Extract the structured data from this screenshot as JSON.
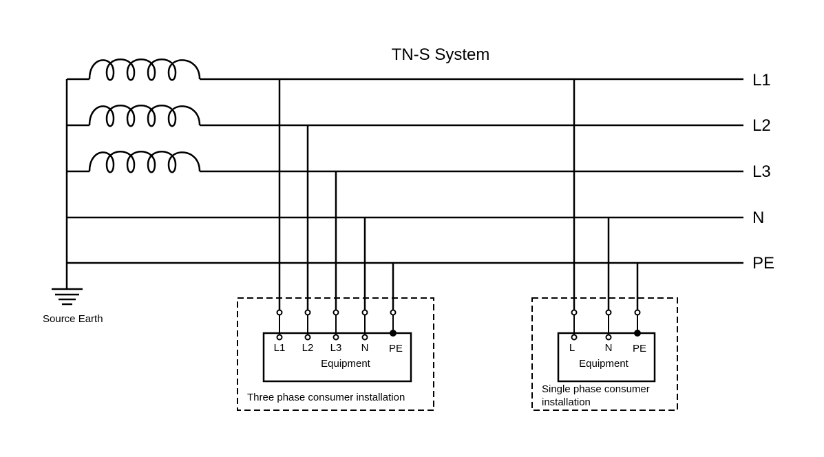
{
  "title": "TN-S System",
  "lines": [
    {
      "id": "l1",
      "label": "L1"
    },
    {
      "id": "l2",
      "label": "L2"
    },
    {
      "id": "l3",
      "label": "L3"
    },
    {
      "id": "n",
      "label": "N"
    },
    {
      "id": "pe",
      "label": "PE"
    }
  ],
  "source": {
    "earth_label": "Source Earth"
  },
  "three_phase": {
    "caption": "Three phase consumer installation",
    "equipment_label": "Equipment",
    "terminals": [
      "L1",
      "L2",
      "L3",
      "N",
      "PE"
    ]
  },
  "single_phase": {
    "caption_line1": "Single phase consumer",
    "caption_line2": "installation",
    "equipment_label": "Equipment",
    "terminals": [
      "L",
      "N",
      "PE"
    ]
  }
}
